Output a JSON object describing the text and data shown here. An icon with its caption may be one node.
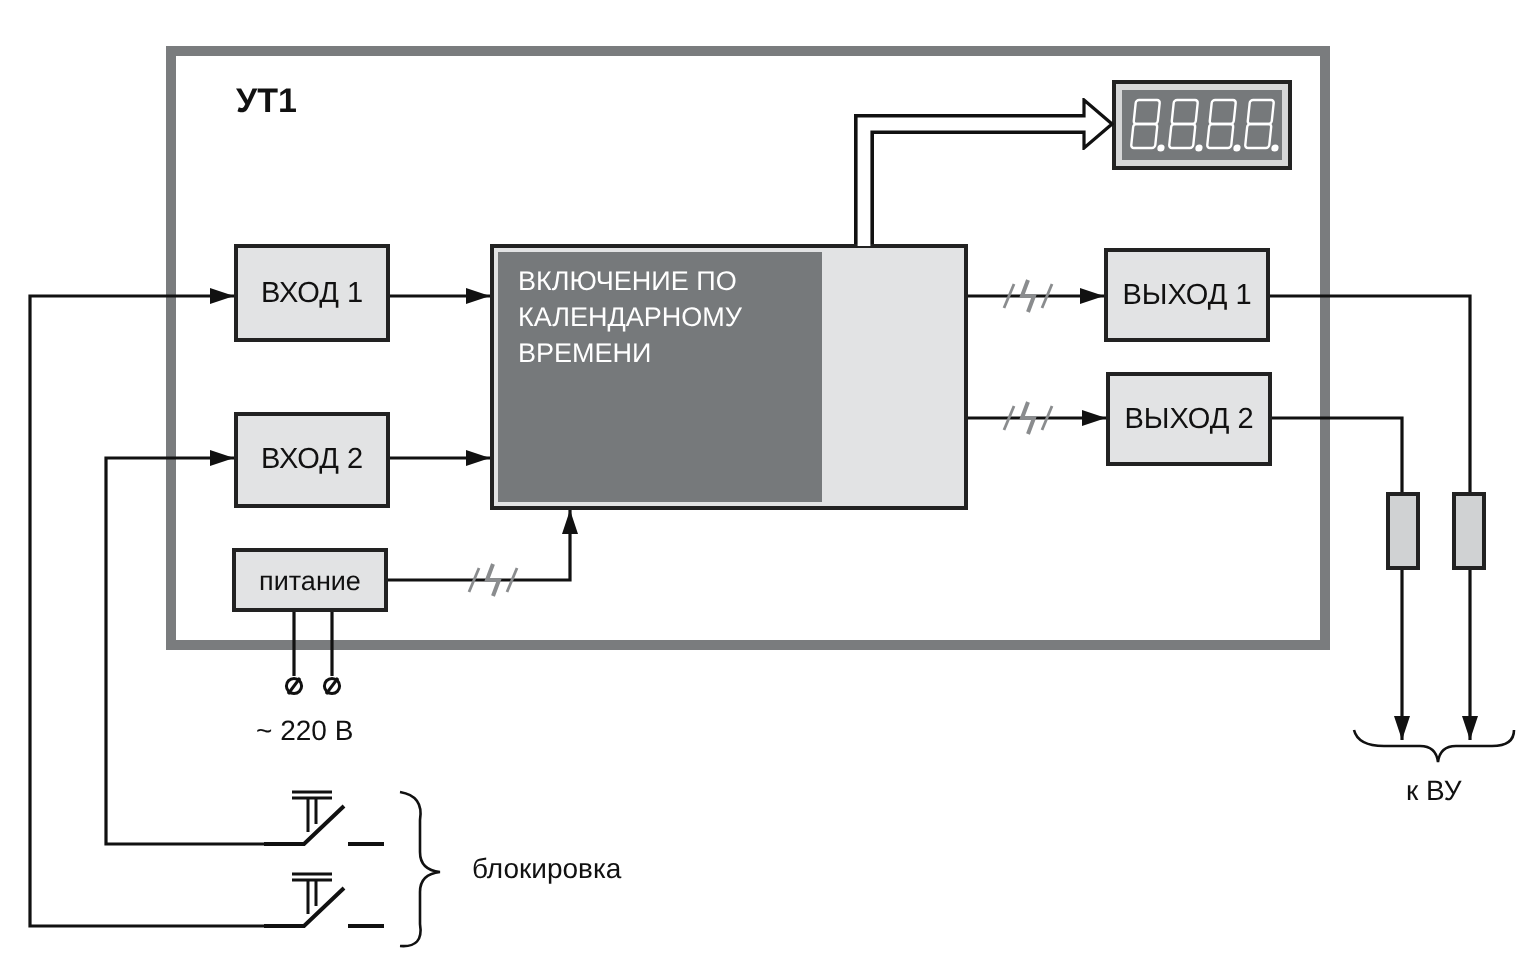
{
  "diagram": {
    "nodes": [
      {
        "text": [
          "УТ1"
        ]
      },
      {
        "text": [
          "ВХОД 1"
        ],
        "in": 0
      },
      {
        "text": [
          "ВХОД 2"
        ],
        "in": 0
      },
      {
        "text": [
          "питание"
        ],
        "in": 0
      },
      {
        "text": [
          "ВКЛЮЧЕНИЕ ПО КАЛЕНДАРНОМУ ВРЕМЕНИ"
        ],
        "in": 0
      },
      {
        "text": [],
        "shape": "display",
        "in": 0
      },
      {
        "text": [
          "ВЫХОД 1"
        ],
        "in": 0
      },
      {
        "text": [
          "ВЫХОД 2"
        ],
        "in": 0
      },
      {
        "text": [],
        "shape": "switch"
      },
      {
        "text": [],
        "shape": "switch"
      },
      {
        "text": [],
        "shape": "resistor"
      },
      {
        "text": [],
        "shape": "resistor"
      },
      {
        "text": [],
        "shape": "terminal"
      },
      {
        "text": [],
        "shape": "terminal"
      }
    ],
    "edges": [
      {
        "from": 9,
        "to": 1,
        "arrow": "to"
      },
      {
        "from": 8,
        "to": 2,
        "arrow": "to"
      },
      {
        "from": 1,
        "to": 4,
        "arrow": "to"
      },
      {
        "from": 2,
        "to": 4,
        "arrow": "to"
      },
      {
        "from": 3,
        "to": 4,
        "arrow": "to"
      },
      {
        "from": 4,
        "to": 5,
        "arrow": "to",
        "style": "thick"
      },
      {
        "from": 4,
        "to": 6,
        "arrow": "to"
      },
      {
        "from": 4,
        "to": 7,
        "arrow": "to"
      },
      {
        "from": 6,
        "to": 11,
        "arrow": "none"
      },
      {
        "from": 7,
        "to": 10,
        "arrow": "none"
      },
      {
        "from": 10,
        "to": null,
        "arrow": "to"
      },
      {
        "from": 11,
        "to": null,
        "arrow": "to"
      },
      {
        "from": 3,
        "to": 12,
        "arrow": "none"
      },
      {
        "from": 3,
        "to": 13,
        "arrow": "none"
      }
    ],
    "labels": [
      "~ 220 В",
      "блокировка",
      "к ВУ"
    ]
  }
}
